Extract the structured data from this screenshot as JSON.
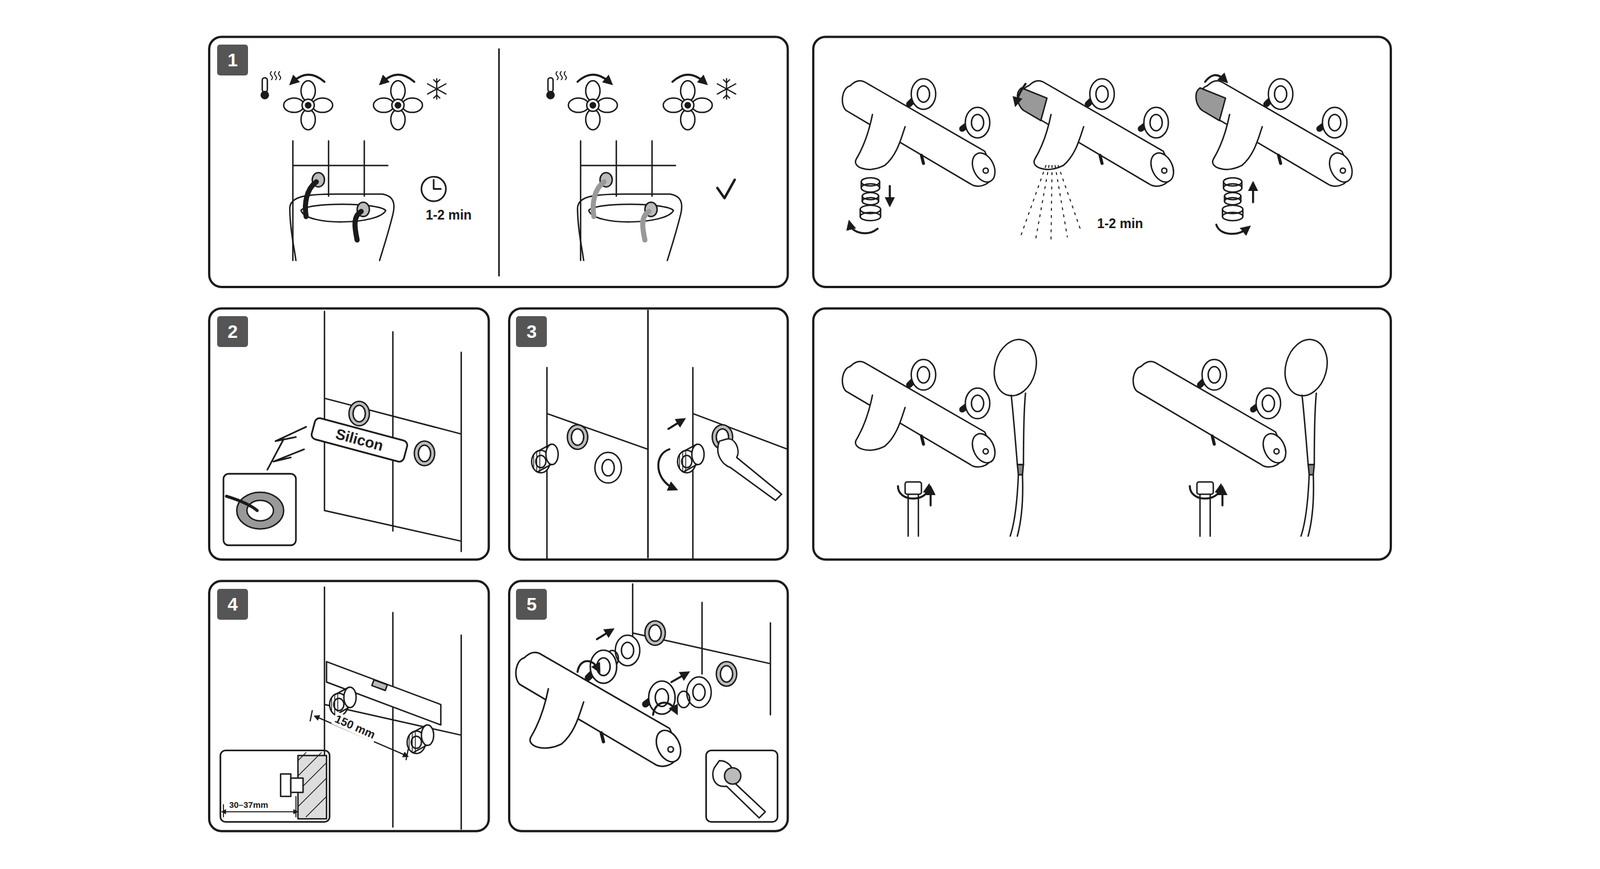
{
  "diagram": {
    "nodes": [
      {
        "text": [
          "1"
        ]
      },
      {
        "text": [
          "2"
        ]
      },
      {
        "text": [
          "3"
        ]
      },
      {
        "text": [
          "4"
        ]
      },
      {
        "text": [
          "5"
        ]
      },
      {
        "text": [
          "Silicon"
        ]
      }
    ],
    "labels": [
      "1-2 min",
      "1-2 min",
      "150 mm",
      "30–37mm"
    ]
  }
}
